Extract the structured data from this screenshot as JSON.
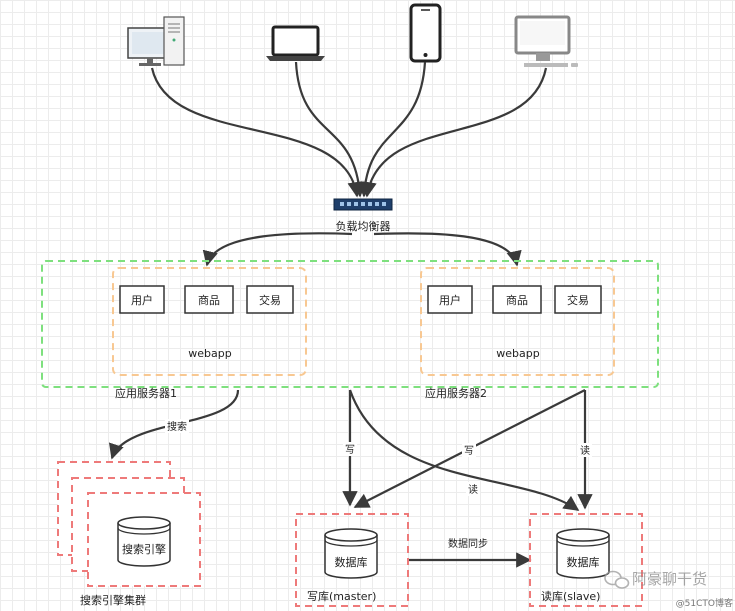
{
  "load_balancer": {
    "label": "负载均衡器"
  },
  "app_servers": [
    {
      "name": "应用服务器1",
      "container": "webapp",
      "modules": [
        "用户",
        "商品",
        "交易"
      ]
    },
    {
      "name": "应用服务器2",
      "container": "webapp",
      "modules": [
        "用户",
        "商品",
        "交易"
      ]
    }
  ],
  "search": {
    "engine_label": "搜索引擎",
    "cluster_label": "搜索引擎集群"
  },
  "databases": {
    "master": {
      "label": "数据库",
      "caption": "写库(master)"
    },
    "slave": {
      "label": "数据库",
      "caption": "读库(slave)"
    }
  },
  "edges": {
    "search": "搜索",
    "write1": "写",
    "write2": "写",
    "read1": "读",
    "read2": "读",
    "sync": "数据同步"
  },
  "watermark": {
    "name": "阿豪聊干货",
    "site": "@51CTO博客"
  },
  "colors": {
    "line": "#3a3a3a",
    "green_dash": "#7ee07e",
    "orange_dash": "#f8c892",
    "red_dash": "#ee7a7a",
    "switch": "#1f3f6b"
  }
}
